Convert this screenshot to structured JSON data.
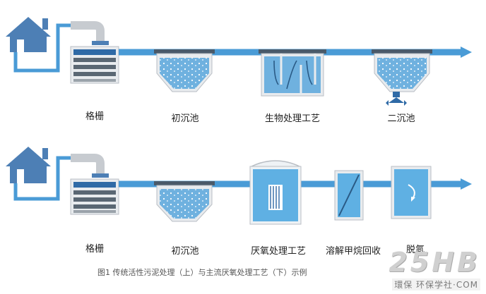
{
  "top_row": {
    "labels": [
      "格栅",
      "初沉池",
      "生物处理工艺",
      "二沉池"
    ]
  },
  "bottom_row": {
    "labels": [
      "格栅",
      "初沉池",
      "厌氧处理工艺",
      "溶解甲烷回收",
      "脱氮"
    ]
  },
  "caption": "图1 传统活性污泥处理（上）与主流厌氧处理工艺（下）示例",
  "watermark": {
    "logo": "25HB",
    "site": "環保 环保学社·COM"
  },
  "colors": {
    "flow": "#4a9bd6",
    "house": "#4d7fb5",
    "pipe": "#c7cbd0",
    "dark_bar": "#4a5a6a",
    "tank_water": "#a9cfe9",
    "tank_fill": "#64a8dc",
    "anaerobic_tank": "#5fb0e3"
  }
}
